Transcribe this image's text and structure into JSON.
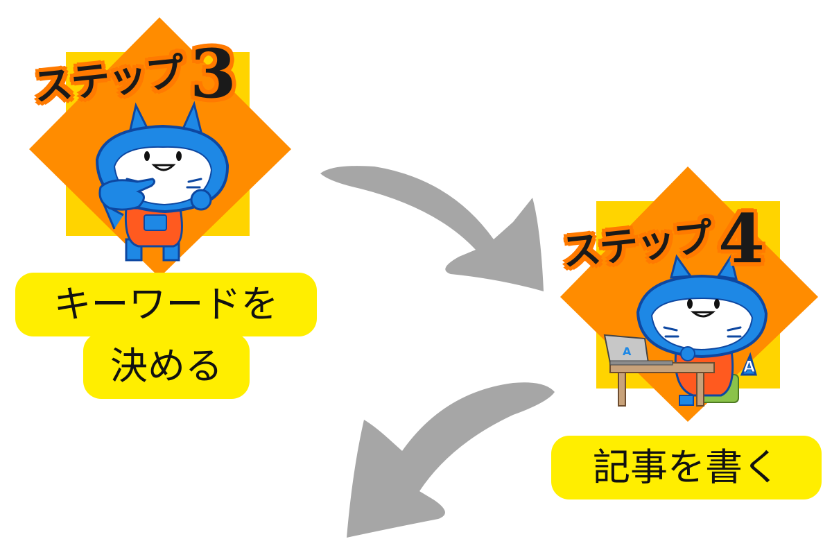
{
  "steps": [
    {
      "word": "ステップ",
      "number": "3"
    },
    {
      "word": "ステップ",
      "number": "4"
    }
  ],
  "labels": {
    "step3": {
      "line1": "キーワードを",
      "line2": "決める"
    },
    "step4": {
      "line1": "記事を書く"
    }
  },
  "icons": {
    "mascot_pointing": "mascot-pointing-icon",
    "mascot_laptop": "mascot-at-laptop-icon",
    "arrow_down_right": "curved-arrow-right-icon",
    "arrow_down_left": "curved-arrow-left-icon"
  },
  "colors": {
    "diamond": "#ff8c00",
    "square": "#ffd400",
    "label_bg": "#ffee00",
    "arrow": "#a6a6a6",
    "mascot_blue": "#1e88e5",
    "apron": "#ff5a1f"
  }
}
